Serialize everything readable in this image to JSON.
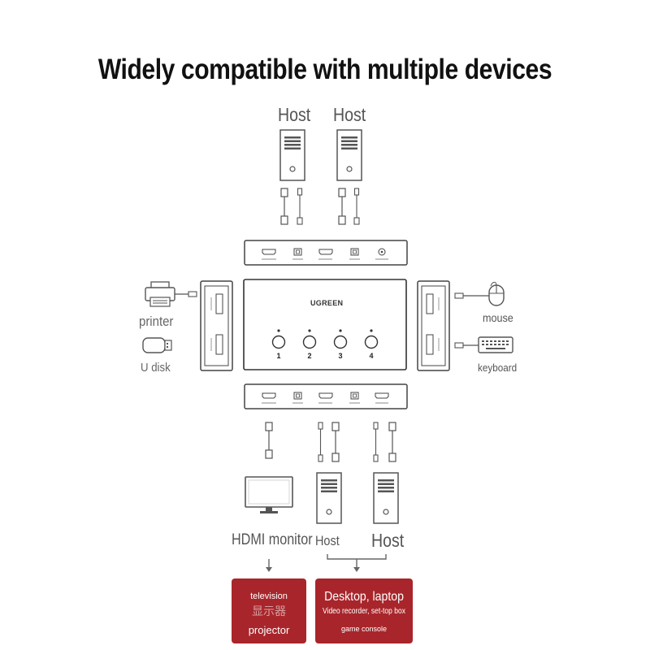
{
  "title": "Widely compatible with multiple devices",
  "top_hosts": [
    "Host",
    "Host"
  ],
  "left_devices": {
    "printer": "printer",
    "udisk": "U disk"
  },
  "right_devices": {
    "mouse": "mouse",
    "keyboard": "keyboard"
  },
  "switch": {
    "brand": "UGREEN",
    "buttons": [
      "1",
      "2",
      "3",
      "4"
    ]
  },
  "bottom": {
    "monitor_label": "HDMI monitor",
    "host_small": "Host",
    "host_large": "Host"
  },
  "boxes": {
    "left": {
      "line1": "television",
      "line2": "显示器",
      "line3": "projector"
    },
    "right": {
      "line1": "Desktop, laptop",
      "line2": "Video recorder, set-top box",
      "line3": "game console"
    }
  },
  "colors": {
    "accent": "#a8262b",
    "line": "#555555"
  }
}
